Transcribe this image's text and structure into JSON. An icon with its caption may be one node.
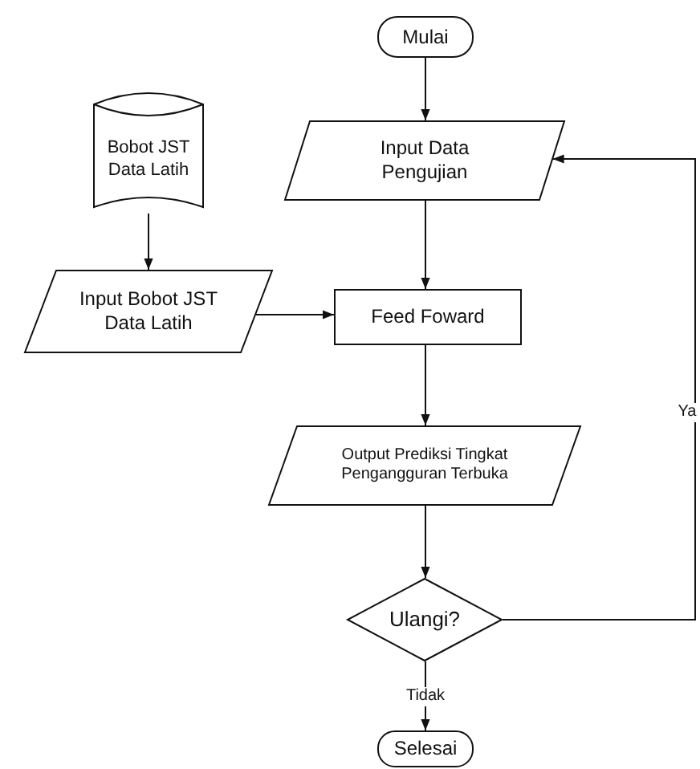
{
  "diagram": {
    "nodes": [
      {
        "text": [
          "Mulai"
        ]
      },
      {
        "text": [
          "Input Data Pengujian"
        ]
      },
      {
        "text": [
          "Bobot JST Data Latih"
        ]
      },
      {
        "text": [
          "Input Bobot JST Data Latih"
        ]
      },
      {
        "text": [
          "Feed Foward"
        ]
      },
      {
        "text": [
          "Output Prediksi Tingkat Pengangguran Terbuka"
        ]
      },
      {
        "text": [
          "Ulangi?"
        ]
      },
      {
        "text": [
          "Selesai"
        ]
      }
    ],
    "edges": [
      {
        "from": 0,
        "to": 1,
        "arrow": "to"
      },
      {
        "from": 1,
        "to": 4,
        "arrow": "to"
      },
      {
        "from": 2,
        "to": 3,
        "arrow": "to"
      },
      {
        "from": 3,
        "to": 4,
        "arrow": "to"
      },
      {
        "from": 4,
        "to": 5,
        "arrow": "to"
      },
      {
        "from": 5,
        "to": 6,
        "arrow": "to"
      },
      {
        "from": 6,
        "to": 1,
        "arrow": "to",
        "label": "Ya"
      },
      {
        "from": 6,
        "to": 7,
        "arrow": "to",
        "label": "Tidak"
      }
    ]
  }
}
